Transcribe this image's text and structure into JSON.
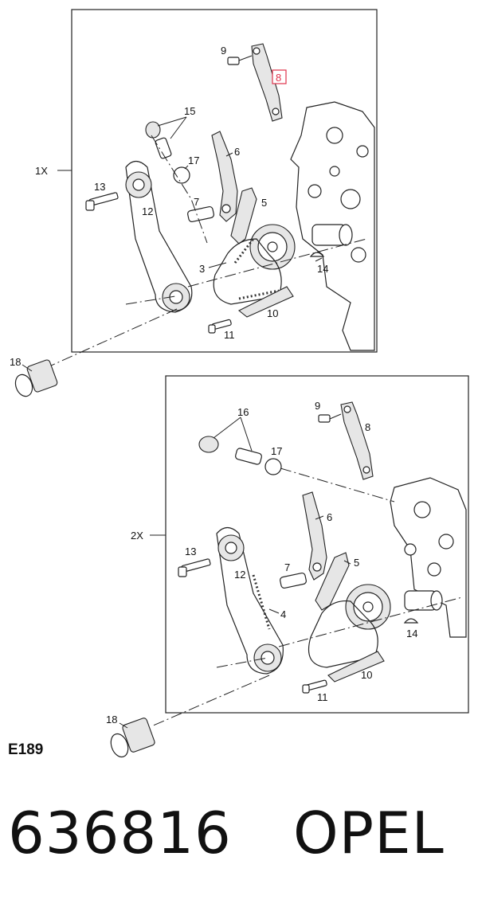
{
  "diagram": {
    "upper_view": {
      "multiplier": "1X",
      "callouts": {
        "n3": "3",
        "n5": "5",
        "n6": "6",
        "n7": "7",
        "n8": "8",
        "n9": "9",
        "n10": "10",
        "n11": "11",
        "n12": "12",
        "n13": "13",
        "n14": "14",
        "n15": "15",
        "n17": "17"
      },
      "highlighted_callout": "8",
      "highlight_color": "#e0324b"
    },
    "lower_view": {
      "multiplier": "2X",
      "callouts": {
        "n4": "4",
        "n5": "5",
        "n6": "6",
        "n7": "7",
        "n8": "8",
        "n9": "9",
        "n10": "10",
        "n11": "11",
        "n12": "12",
        "n13": "13",
        "n14": "14",
        "n16": "16",
        "n17": "17"
      }
    },
    "shared_callouts": {
      "n18_top": "18",
      "n18_bottom": "18"
    },
    "figure_code": "E189"
  },
  "footer": {
    "part_number": "636816",
    "brand": "OPEL"
  }
}
